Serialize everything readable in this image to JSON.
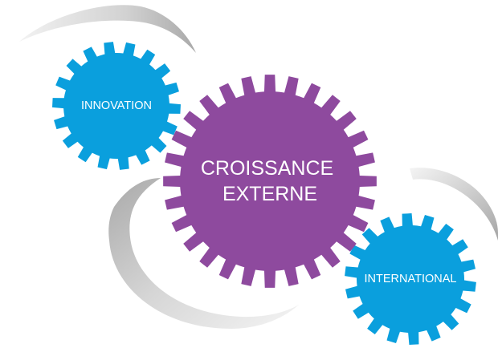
{
  "gears": [
    {
      "id": "innovation",
      "label_lines": [
        "INNOVATION"
      ],
      "color": "#0a9fdd"
    },
    {
      "id": "croissance-externe",
      "label_lines": [
        "CROISSANCE",
        "EXTERNE"
      ],
      "color": "#8e4a9e"
    },
    {
      "id": "international",
      "label_lines": [
        "INTERNATIONAL"
      ],
      "color": "#0a9fdd"
    }
  ],
  "colors": {
    "arc_light": "#eeeeee",
    "arc_dark": "#b8b8b8",
    "background": "#ffffff"
  }
}
